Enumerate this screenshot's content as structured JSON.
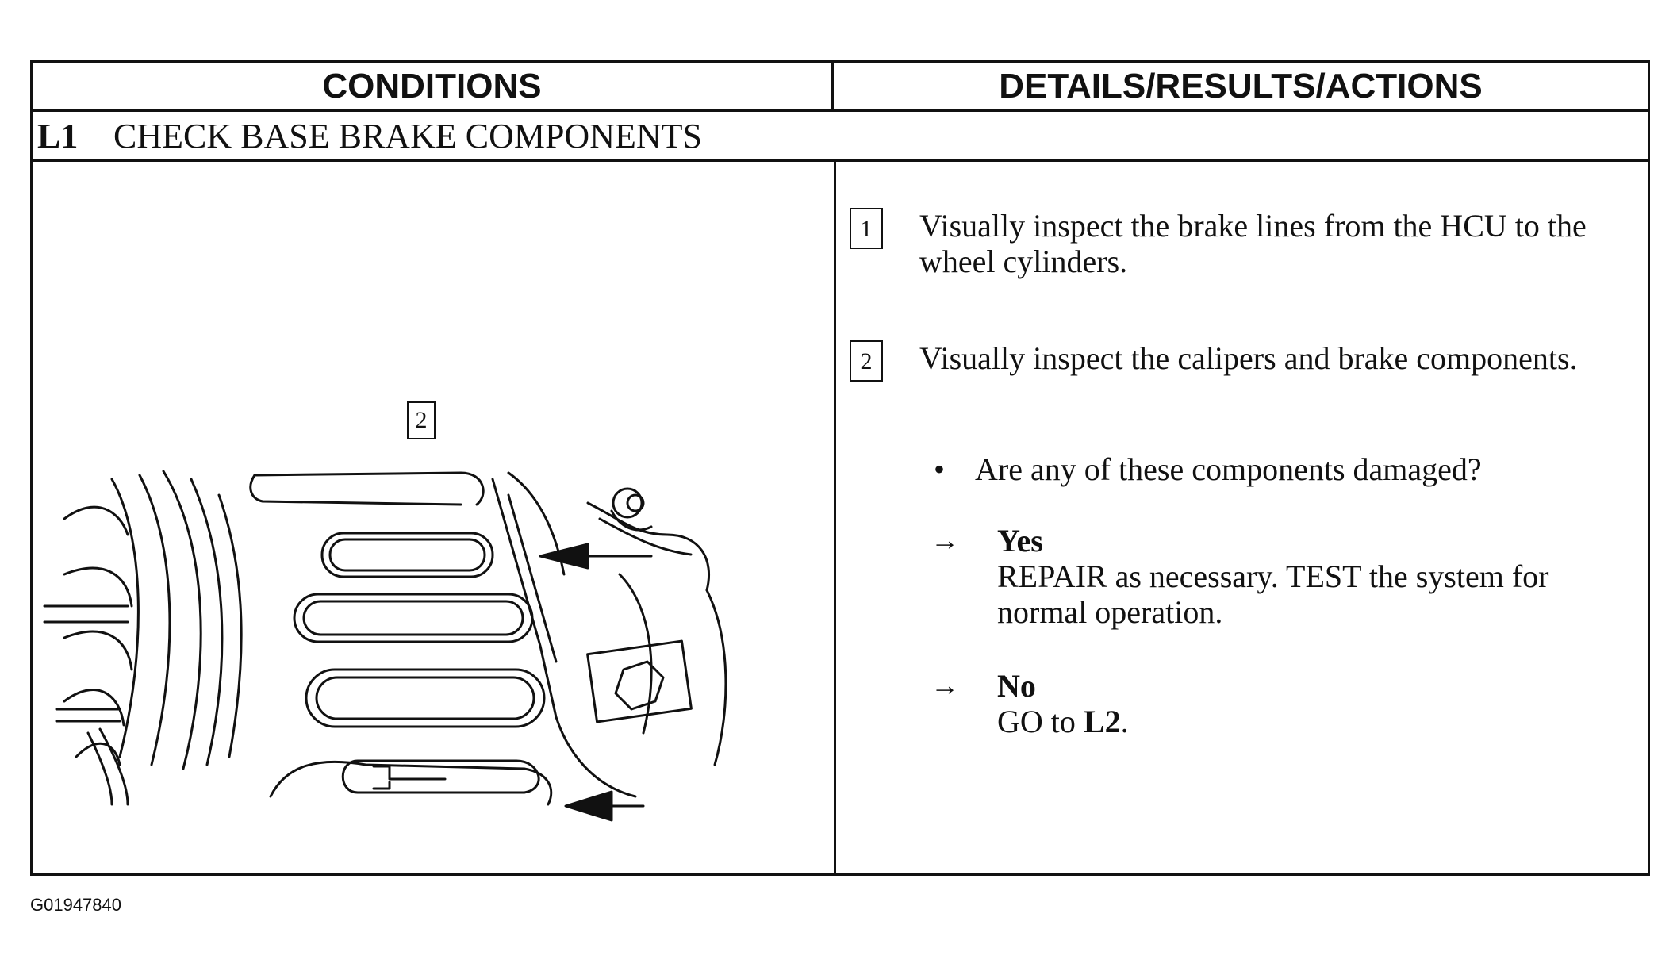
{
  "table": {
    "header_conditions": "CONDITIONS",
    "header_details": "DETAILS/RESULTS/ACTIONS",
    "section": {
      "id": "L1",
      "title": "CHECK BASE BRAKE COMPONENTS"
    },
    "figure": {
      "callout": "2",
      "icon": "brake-caliper-illustration"
    },
    "steps": [
      {
        "number": "1",
        "text": "Visually inspect the brake lines from the HCU to the wheel cylinders."
      },
      {
        "number": "2",
        "text": "Visually inspect the calipers and brake components."
      }
    ],
    "question": {
      "bullet": "•",
      "text": "Are any of these components damaged?"
    },
    "branches": [
      {
        "arrow": "→",
        "label": "Yes",
        "action": "REPAIR as necessary. TEST the system for normal operation."
      },
      {
        "arrow": "→",
        "label": "No",
        "action_prefix": "GO to ",
        "action_ref": "L2",
        "action_suffix": "."
      }
    ]
  },
  "figure_code": "G01947840"
}
